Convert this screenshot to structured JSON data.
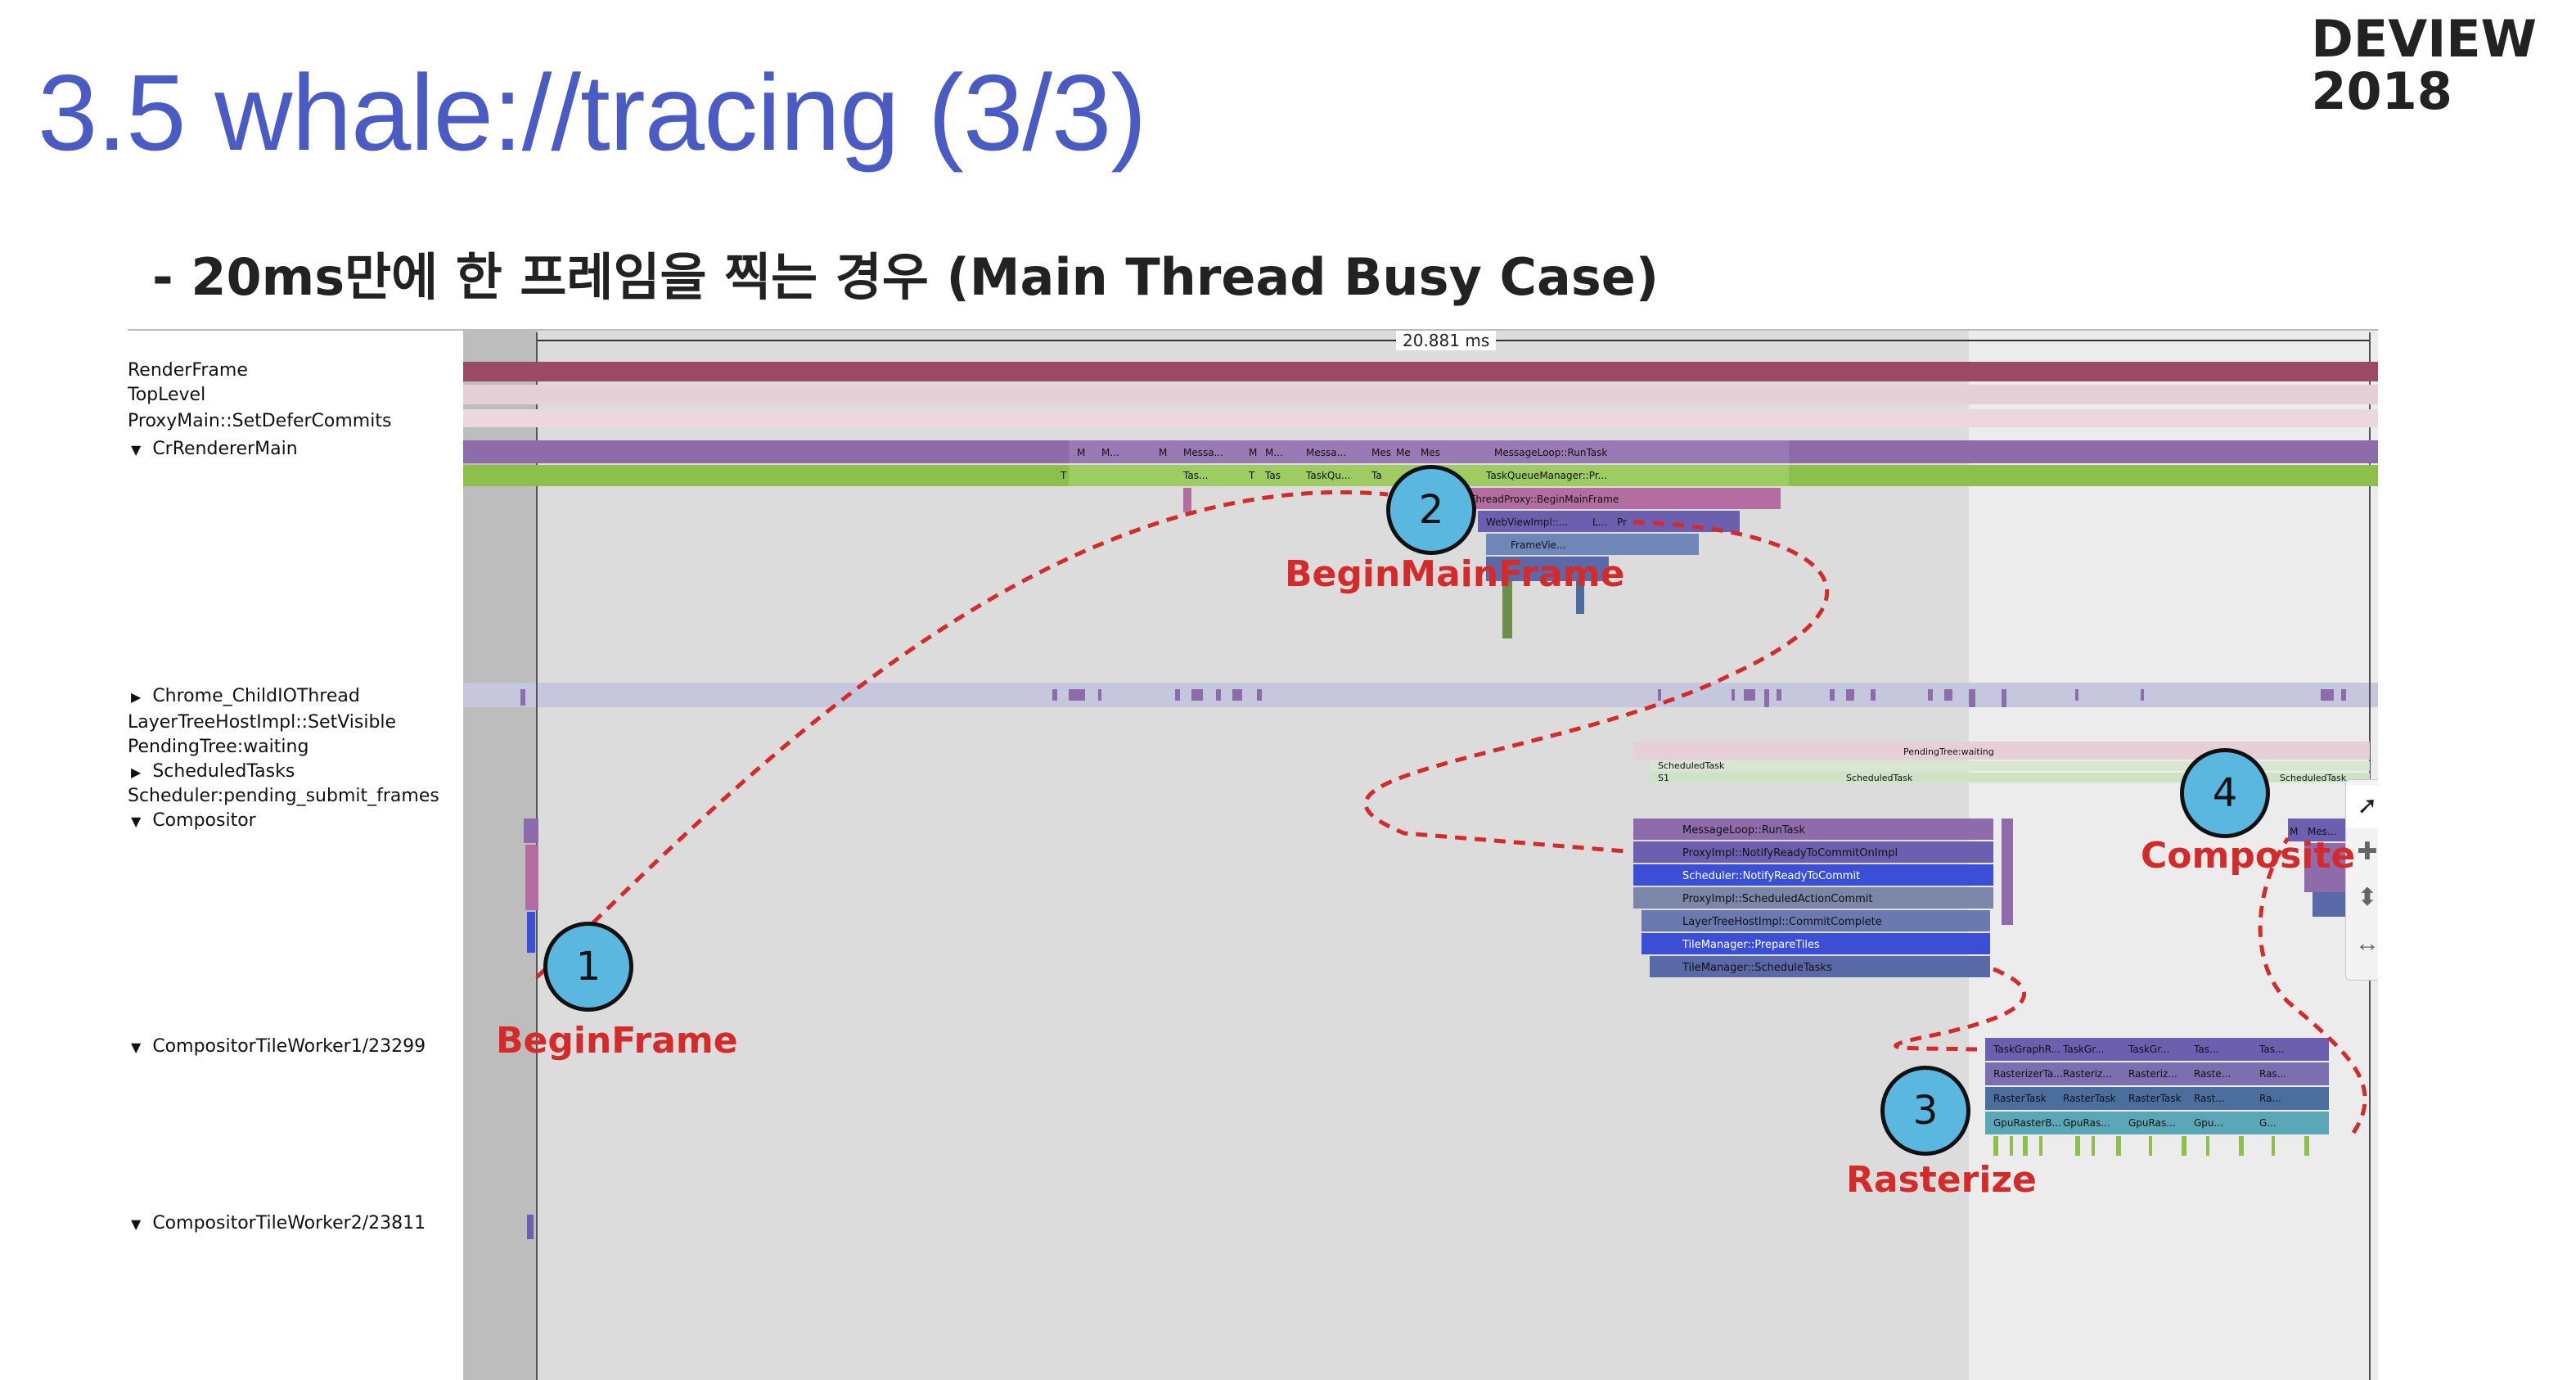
{
  "slide": {
    "title": "3.5 whale://tracing (3/3)",
    "brand_line1": "DEVIEW",
    "brand_line2": "2018",
    "subtitle": "- 20ms만에 한 프레임을 찍는 경우 (Main Thread Busy Case)"
  },
  "tracing": {
    "ruler_label": "20.881 ms",
    "tracks": [
      {
        "label": "RenderFrame",
        "expandable": false
      },
      {
        "label": "TopLevel",
        "expandable": false
      },
      {
        "label": "ProxyMain::SetDeferCommits",
        "expandable": false
      },
      {
        "label": "CrRendererMain",
        "expandable": true,
        "expanded": true
      },
      {
        "label": "Chrome_ChildIOThread",
        "expandable": true,
        "expanded": false
      },
      {
        "label": "LayerTreeHostImpl::SetVisible",
        "expandable": false
      },
      {
        "label": "PendingTree:waiting",
        "expandable": false
      },
      {
        "label": "ScheduledTasks",
        "expandable": true,
        "expanded": false
      },
      {
        "label": "Scheduler:pending_submit_frames",
        "expandable": false
      },
      {
        "label": "Compositor",
        "expandable": true,
        "expanded": true
      },
      {
        "label": "CompositorTileWorker1/23299",
        "expandable": true,
        "expanded": true
      },
      {
        "label": "CompositorTileWorker2/23811",
        "expandable": true,
        "expanded": true
      }
    ],
    "slices_main": [
      "M",
      "M...",
      "M",
      "Messa...",
      "M",
      "M...",
      "Messa...",
      "Mes",
      "Me",
      "Mes",
      "MessageLoop::RunTask",
      "T",
      "Tas...",
      "T",
      "Tas",
      "TaskQu...",
      "Ta",
      "TaskQueueManager::Pr...",
      "ThreadProxy::BeginMainFrame",
      "WebViewImpl::...",
      "L...",
      "Pr",
      "FrameVie..."
    ],
    "slices_pending": [
      "PendingTree:waiting",
      "ScheduledTask",
      "S1",
      "ScheduledTask",
      "ScheduledTask"
    ],
    "slices_compositor": [
      "MessageLoop::RunTask",
      "ProxyImpl::NotifyReadyToCommitOnImpl",
      "Scheduler::NotifyReadyToCommit",
      "ProxyImpl::ScheduledActionCommit",
      "LayerTreeHostImpl::CommitComplete",
      "TileManager::PrepareTiles",
      "TileManager::ScheduleTasks"
    ],
    "slices_compositor_right": [
      "M",
      "Mes..."
    ],
    "slices_worker": [
      [
        "TaskGraphR...",
        "TaskGr...",
        "TaskGr...",
        "Tas...",
        "Tas..."
      ],
      [
        "RasterizerTa...",
        "Rasteriz...",
        "Rasteriz...",
        "Raste...",
        "Ras..."
      ],
      [
        "RasterTask",
        "RasterTask",
        "RasterTask",
        "Rast...",
        "Ra..."
      ],
      [
        "GpuRasterB...",
        "GpuRas...",
        "GpuRas...",
        "Gpu...",
        "G..."
      ]
    ],
    "toolbar": {
      "tools": [
        "select-tool",
        "zoom-tool",
        "pan-tool",
        "timing-tool"
      ]
    },
    "colors": {
      "renderframe": "#9c4a64",
      "toplevel": "#e6cfd6",
      "main_slice": "#8e6bab",
      "task_green": "#8cc04a",
      "compositor_blue": "#3a4fd6",
      "worker_teal": "#5aa7b7",
      "annotation_red": "#d42a2a",
      "callout_fill": "#5ab8e0"
    }
  },
  "annotations": [
    {
      "number": "1",
      "label": "BeginFrame"
    },
    {
      "number": "2",
      "label": "BeginMainFrame"
    },
    {
      "number": "3",
      "label": "Rasterize"
    },
    {
      "number": "4",
      "label": "Composite"
    }
  ]
}
